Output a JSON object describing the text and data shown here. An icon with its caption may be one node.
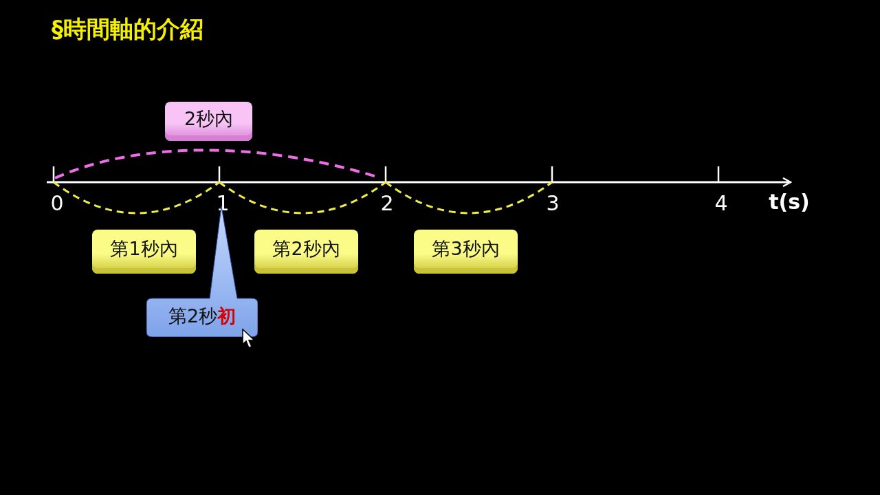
{
  "diagram": {
    "title": "§時間軸的介紹",
    "nodes": [
      {
        "text": [
          "2秒內"
        ]
      },
      {
        "text": [
          "第1秒內"
        ]
      },
      {
        "text": [
          "第2秒內"
        ]
      },
      {
        "text": [
          "第3秒內"
        ]
      },
      {
        "text": [
          "第2秒初"
        ]
      }
    ],
    "labels": [
      "0",
      "1",
      "2",
      "3",
      "4",
      "t(s)"
    ]
  }
}
